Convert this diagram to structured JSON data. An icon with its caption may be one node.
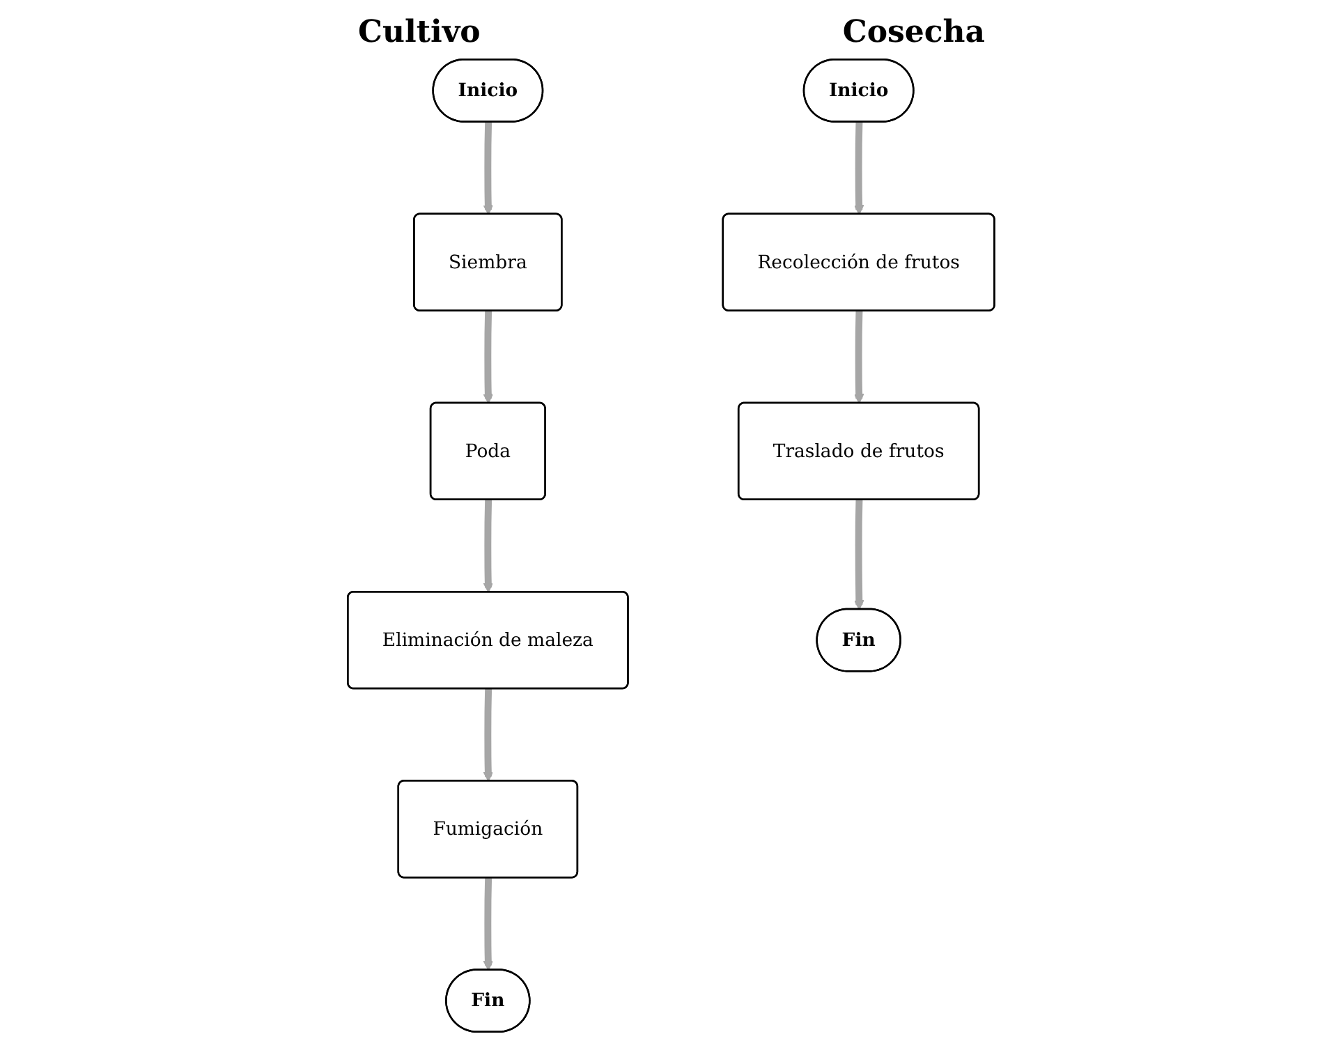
{
  "diagram": {
    "nodes": [
      {
        "text": [
          "Inicio"
        ]
      },
      {
        "text": [
          "Siembra"
        ]
      },
      {
        "text": [
          "Poda"
        ]
      },
      {
        "text": [
          "Eliminación de maleza"
        ]
      },
      {
        "text": [
          "Fumigación"
        ]
      },
      {
        "text": [
          "Fin"
        ]
      },
      {
        "text": [
          "Inicio"
        ]
      },
      {
        "text": [
          "Recolección de frutos"
        ]
      },
      {
        "text": [
          "Traslado de frutos"
        ]
      },
      {
        "text": [
          "Fin"
        ]
      }
    ],
    "edges": [
      {
        "from": 0,
        "to": 1,
        "arrow": "to"
      },
      {
        "from": 1,
        "to": 2,
        "arrow": "to"
      },
      {
        "from": 2,
        "to": 3,
        "arrow": "to"
      },
      {
        "from": 3,
        "to": 4,
        "arrow": "to"
      },
      {
        "from": 4,
        "to": 5,
        "arrow": "to"
      },
      {
        "from": 6,
        "to": 7,
        "arrow": "to"
      },
      {
        "from": 7,
        "to": 8,
        "arrow": "to"
      },
      {
        "from": 8,
        "to": 9,
        "arrow": "to"
      }
    ],
    "labels": [
      "Cultivo",
      "Cosecha"
    ]
  }
}
